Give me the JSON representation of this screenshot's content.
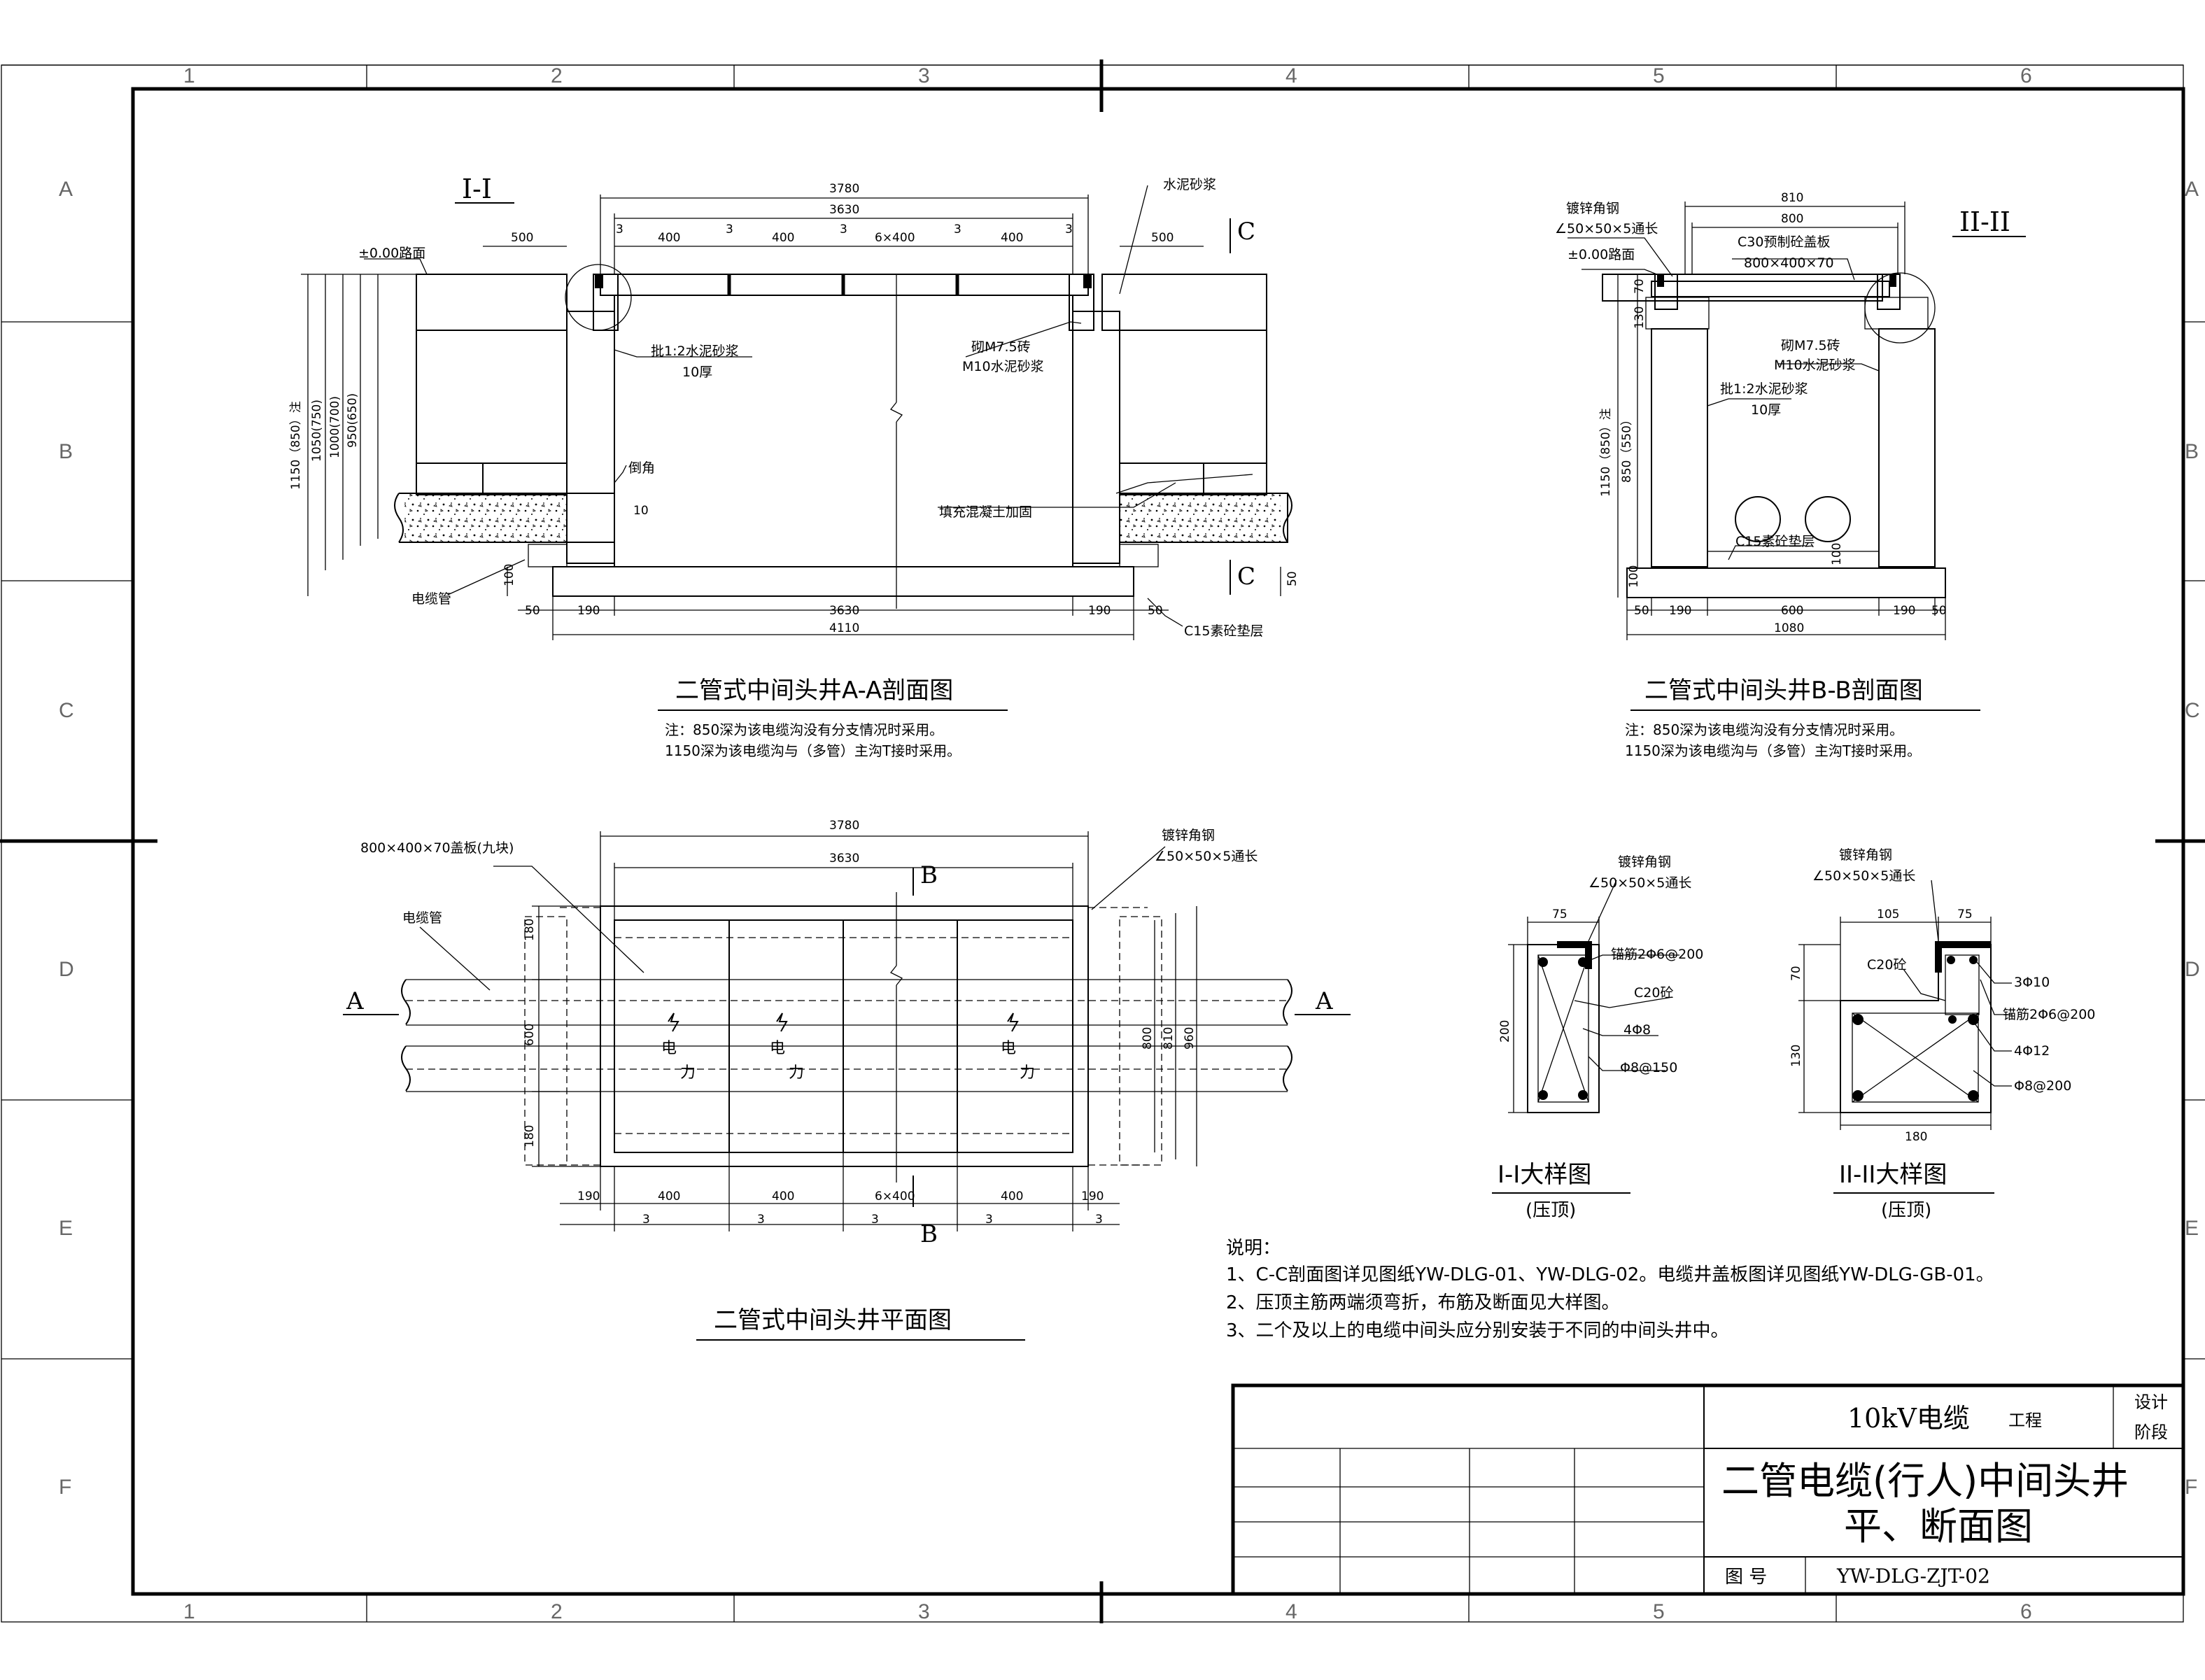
{
  "grid": {
    "columns": [
      "1",
      "2",
      "3",
      "4",
      "5",
      "6"
    ],
    "rows": [
      "A",
      "B",
      "C",
      "D",
      "E",
      "F"
    ]
  },
  "section_aa": {
    "marker": "I-I",
    "title": "二管式中间头井A-A剖面图",
    "note1": "注：850深为该电缆沟没有分支情况时采用。",
    "note2": "1150深为该电缆沟与（多管）主沟T接时采用。",
    "labels": {
      "road": "±0.00路面",
      "mortar": "水泥砂浆",
      "plaster1": "批1:2水泥砂浆",
      "plaster2": "10厚",
      "brick1": "砌M7.5砖",
      "brick2": "M10水泥砂浆",
      "chamfer": "倒角",
      "fill": "填充混凝土加固",
      "pipe": "电缆管",
      "cushion": "C15素砼垫层",
      "c": "C"
    },
    "dims": {
      "d3780": "3780",
      "d3630": "3630",
      "d500": "500",
      "d400": "400",
      "d3": "3",
      "d6x400": "6×400",
      "d10": "10",
      "d100": "100",
      "d50": "50",
      "d190": "190",
      "d4110": "4110",
      "v1": "1150（850）注",
      "v2": "1050(750)",
      "v3": "1000(700)",
      "v4": "950(650)"
    }
  },
  "section_bb": {
    "marker": "II-II",
    "title": "二管式中间头井B-B剖面图",
    "note1": "注：850深为该电缆沟没有分支情况时采用。",
    "note2": "1150深为该电缆沟与（多管）主沟T接时采用。",
    "labels": {
      "steel1": "镀锌角钢",
      "steel2": "∠50×50×5通长",
      "road": "±0.00路面",
      "cover1": "C30预制砼盖板",
      "cover2": "800×400×70",
      "brick1": "砌M7.5砖",
      "brick2": "M10水泥砂浆",
      "plaster1": "批1:2水泥砂浆",
      "plaster2": "10厚",
      "cushion": "C15素砼垫层"
    },
    "dims": {
      "d810": "810",
      "d800": "800",
      "d130": "130",
      "d70": "70",
      "v1": "1150（850）注",
      "v2": "850（550）",
      "d100": "100",
      "d50": "50",
      "d190": "190",
      "d600": "600",
      "d1080": "1080"
    }
  },
  "plan": {
    "title": "二管式中间头井平面图",
    "cover_label": "800×400×70盖板(九块)",
    "pipe": "电缆管",
    "steel1": "镀锌角钢",
    "steel2": "∠50×50×5通长",
    "a": "A",
    "b": "B",
    "power1": "电",
    "power2": "力",
    "dims": {
      "d3780": "3780",
      "d3630": "3630",
      "d180": "180",
      "d600": "600",
      "d800": "800",
      "d810": "810",
      "d960": "960",
      "d190": "190",
      "d400": "400",
      "d6x400": "6×400",
      "d3": "3"
    }
  },
  "detail1": {
    "title": "I-I大样图",
    "sub": "(压顶)",
    "labels": {
      "steel1": "镀锌角钢",
      "steel2": "∠50×50×5通长",
      "anchor": "锚筋2Φ6@200",
      "concrete": "C20砼",
      "bars": "4Φ8",
      "stirrup": "Φ8@150"
    },
    "dims": {
      "d75": "75",
      "d200": "200"
    }
  },
  "detail2": {
    "title": "II-II大样图",
    "sub": "(压顶)",
    "labels": {
      "steel1": "镀锌角钢",
      "steel2": "∠50×50×5通长",
      "concrete": "C20砼",
      "bars3": "3Φ10",
      "anchor": "锚筋2Φ6@200",
      "bars4": "4Φ12",
      "stirrup": "Φ8@200"
    },
    "dims": {
      "d105": "105",
      "d75": "75",
      "d70": "70",
      "d130": "130",
      "d180": "180"
    }
  },
  "notes": {
    "head": "说明：",
    "n1": "1、C-C剖面图详见图纸YW-DLG-01、YW-DLG-02。电缆井盖板图详见图纸YW-DLG-GB-01。",
    "n2": "2、压顶主筋两端须弯折，布筋及断面见大样图。",
    "n3": "3、二个及以上的电缆中间头应分别安装于不同的中间头井中。"
  },
  "title_block": {
    "project": "10kV电缆",
    "project_suffix": "工程",
    "stage1": "设计",
    "stage2": "阶段",
    "title1": "二管电缆(行人)中间头井",
    "title2": "平、断面图",
    "num_label": "图 号",
    "num": "YW-DLG-ZJT-02"
  }
}
